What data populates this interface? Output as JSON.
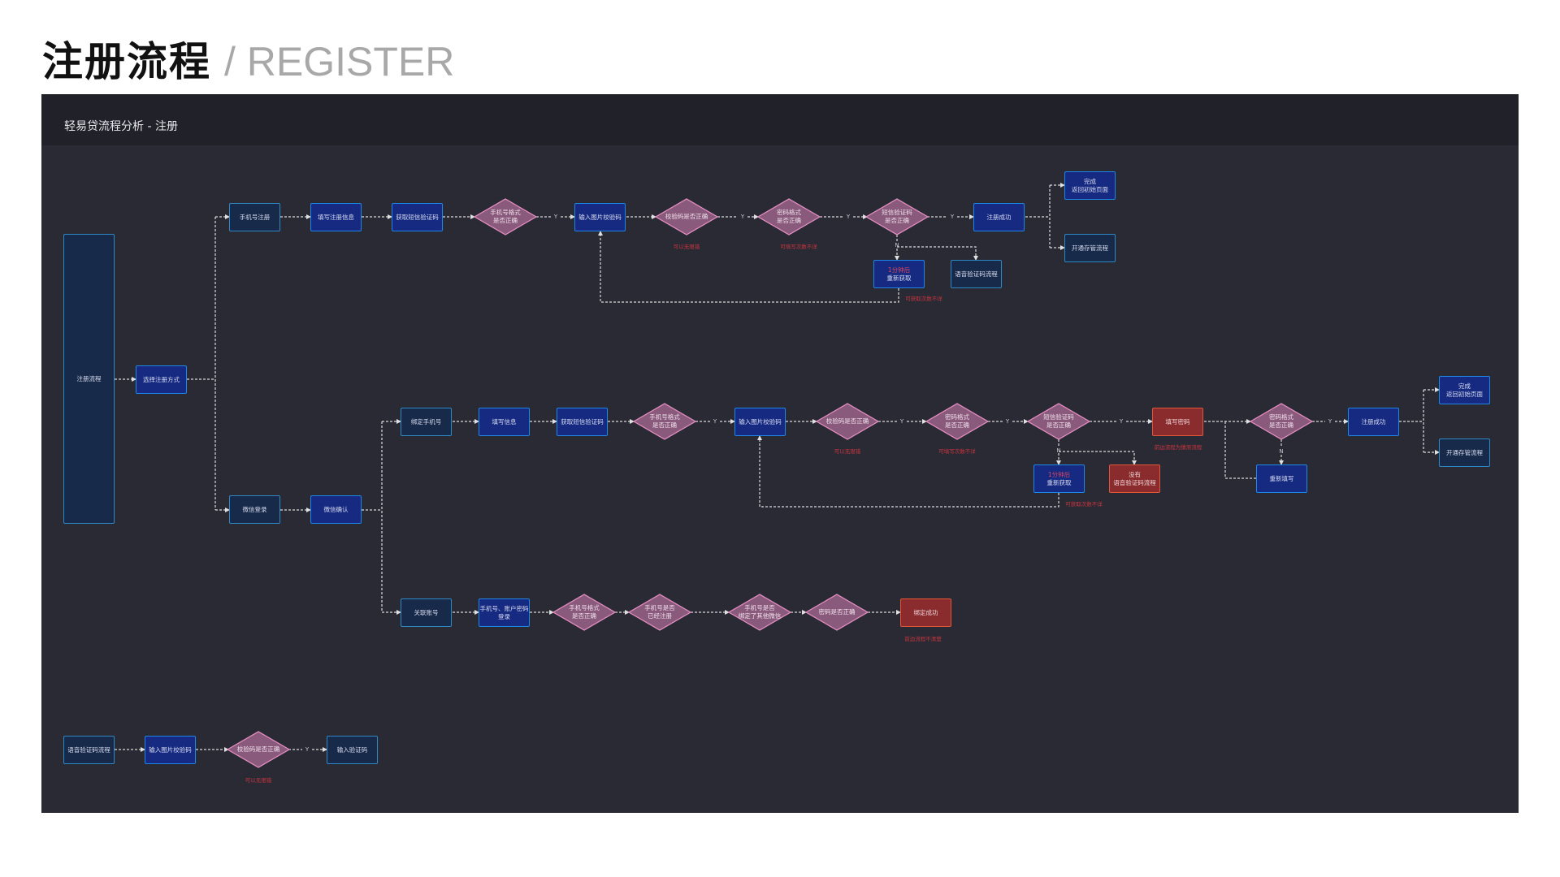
{
  "page": {
    "title_cn": "注册流程",
    "title_en": "/ REGISTER"
  },
  "panel": {
    "title": "轻易贷流程分析 - 注册"
  },
  "colors": {
    "panel_bg": "#2a2a35",
    "header_bg": "#21212a",
    "node_dark": "#182a4a",
    "node_blue": "#162a82",
    "node_red": "#8a2b2e",
    "decision": "#8a5a7c",
    "decision_border": "#e890c4",
    "note": "#c9353d",
    "connector": "#d9d9d9"
  },
  "flow": {
    "start": "注册流程",
    "choose": "选择注册方式",
    "phone_branch": {
      "register": "手机号注册",
      "fill_info": "填写注册信息",
      "get_sms": "获取短信验证码",
      "check_phone": "手机号格式\n是否正确",
      "input_captcha": "输入图片校验码",
      "check_captcha": "校验码是否正确",
      "check_captcha_note": "可以无限错",
      "check_pwd": "密码格式\n是否正确",
      "check_pwd_note": "可填写次数不详",
      "check_sms": "短信验证码\n是否正确",
      "retry_red": "1分钟后",
      "retry": "重新获取",
      "retry_note": "可获取次数不详",
      "voice": "语音验证码流程",
      "success": "注册成功",
      "done_1": "完成",
      "done_2": "返回初始页面",
      "custody": "开通存管流程"
    },
    "wechat_branch": {
      "login": "微信登录",
      "confirm": "微信确认",
      "bind": {
        "bind_phone": "绑定手机号",
        "fill_info": "填写信息",
        "get_sms": "获取短信验证码",
        "check_phone": "手机号格式\n是否正确",
        "input_captcha": "输入图片校验码",
        "check_captcha": "校验码是否正确",
        "check_captcha_note": "可以无限错",
        "check_pwd": "密码格式\n是否正确",
        "check_pwd_note": "可填写次数不详",
        "check_sms": "短信验证码\n是否正确",
        "retry_red": "1分钟后",
        "retry": "重新获取",
        "retry_note": "可获取次数不详",
        "no_voice_1": "没有",
        "no_voice_2": "语音验证码流程",
        "fill_pwd": "填写密码",
        "fill_pwd_note": "前边流程为猜测流程",
        "check_pwd2": "密码格式\n是否正确",
        "refill": "重新填写",
        "success": "注册成功",
        "done_1": "完成",
        "done_2": "返回初始页面",
        "custody": "开通存管流程"
      },
      "link": {
        "link_account": "关联账号",
        "login": "手机号、账户密码\n登录",
        "check_phone": "手机号格式\n是否正确",
        "check_registered": "手机号是否\n已经注册",
        "check_bound": "手机号是否\n绑定了其他微信",
        "check_pwd": "密码是否正确",
        "success": "绑定成功",
        "success_note": "前边流程不清楚"
      }
    },
    "voice_flow": {
      "start": "语音验证码流程",
      "input_captcha": "输入图片校验码",
      "check_captcha": "校验码是否正确",
      "check_captcha_note": "可以无限错",
      "input_code": "输入验证码"
    },
    "labels": {
      "yes": "Y",
      "no": "N"
    }
  }
}
